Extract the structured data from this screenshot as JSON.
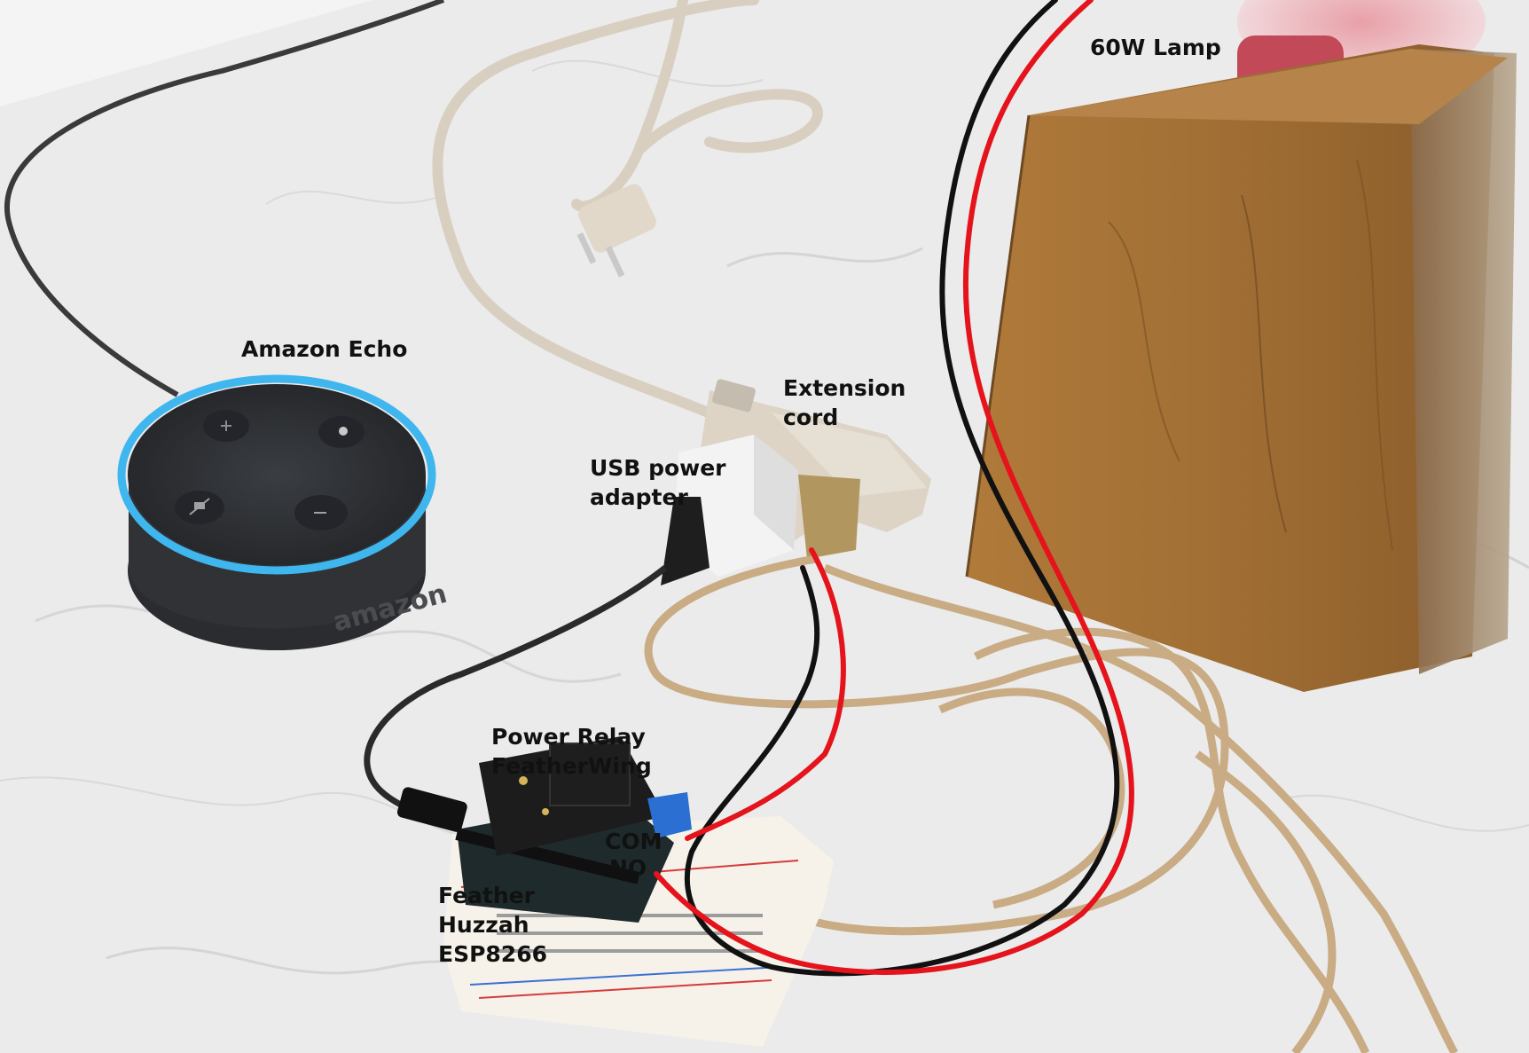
{
  "labels": {
    "amazon_echo": "Amazon Echo",
    "lamp": "60W Lamp",
    "extension_cord": [
      "Extension",
      "cord"
    ],
    "usb_power_adapter": [
      "USB power",
      "adapter"
    ],
    "power_relay": [
      "Power Relay",
      "FeatherWing"
    ],
    "com": "COM",
    "no": "NO",
    "feather": [
      "Feather",
      "Huzzah",
      "ESP8266"
    ]
  },
  "device_print": {
    "echo_brand": "amazon",
    "relay_marking": "Power Relay FeatherWing"
  },
  "colors": {
    "wire_red": "#e5131b",
    "wire_black": "#111111",
    "echo_ring": "#3fb6ee",
    "lamp_wood": "#9a6a30",
    "cord_tan": "#c9ab84"
  },
  "icons": {
    "echo_volume_up": "plus-icon",
    "echo_volume_down": "minus-icon",
    "echo_mic_off": "mic-off-icon",
    "echo_action": "dot-icon"
  }
}
